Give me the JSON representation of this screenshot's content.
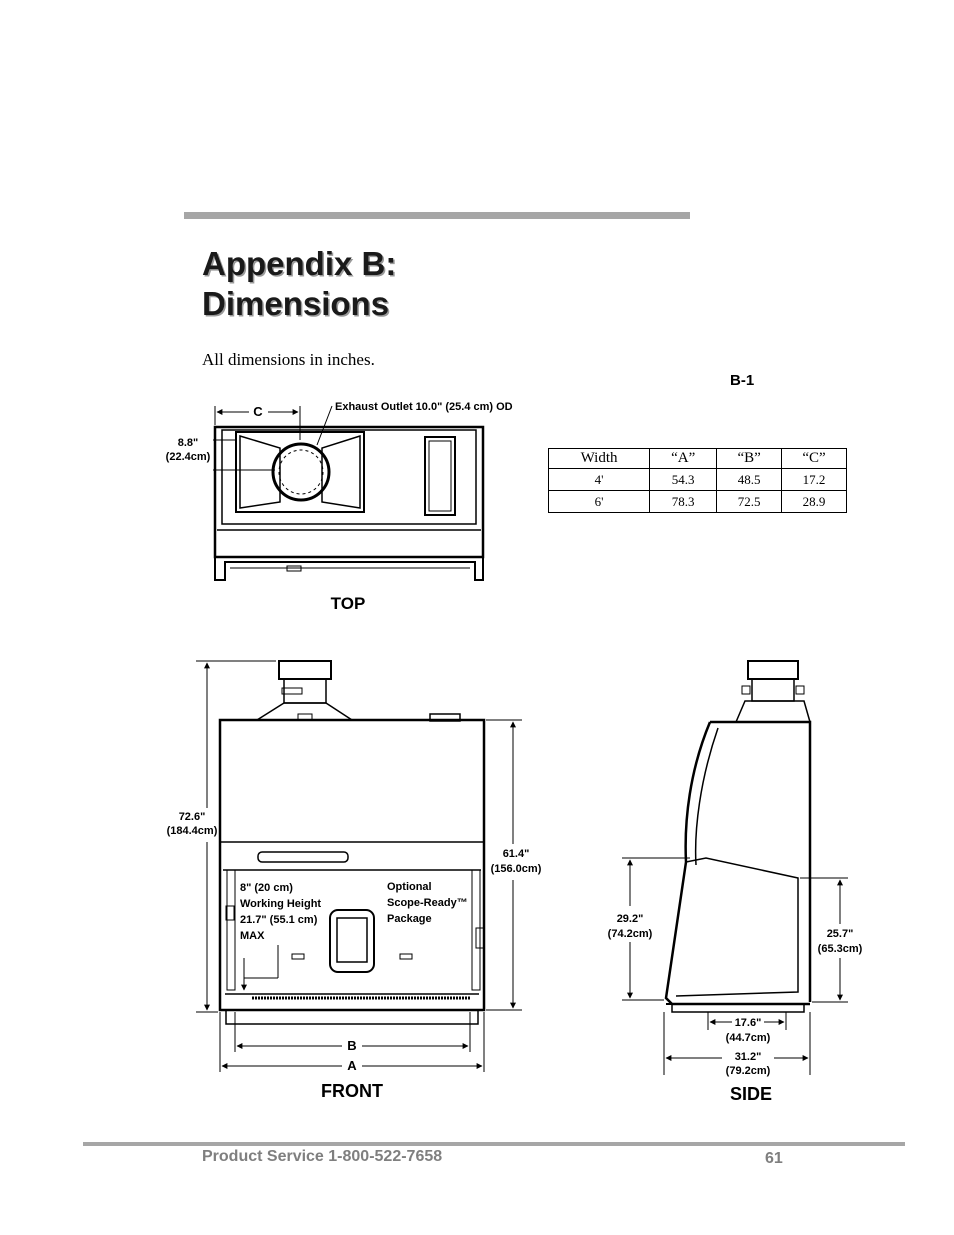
{
  "header": {
    "title_line1": "Appendix B:",
    "title_line2": "Dimensions"
  },
  "intro_text": "All dimensions in inches.",
  "figure_label": "B-1",
  "dimension_table": {
    "headers": [
      "Width",
      "“A”",
      "“B”",
      "“C”"
    ],
    "rows": [
      [
        "4'",
        "54.3",
        "48.5",
        "17.2"
      ],
      [
        "6'",
        "78.3",
        "72.5",
        "28.9"
      ]
    ]
  },
  "top_view": {
    "label": "TOP",
    "dim_c": "C",
    "exhaust_note": "Exhaust Outlet 10.0\" (25.4 cm) OD",
    "offset_in": "8.8\"",
    "offset_cm": "(22.4cm)"
  },
  "front_view": {
    "label": "FRONT",
    "height_in": "72.6\"",
    "height_cm": "(184.4cm)",
    "height2_in": "61.4\"",
    "height2_cm": "(156.0cm)",
    "working_1": "8\" (20 cm)",
    "working_2": "Working Height",
    "working_3": "21.7\" (55.1 cm)",
    "working_4": "MAX",
    "optional_1": "Optional",
    "optional_2": "Scope-Ready™",
    "optional_3": "Package",
    "dim_b": "B",
    "dim_a": "A"
  },
  "side_view": {
    "label": "SIDE",
    "dim1_in": "29.2\"",
    "dim1_cm": "(74.2cm)",
    "dim2_in": "25.7\"",
    "dim2_cm": "(65.3cm)",
    "dim3_in": "17.6\"",
    "dim3_cm": "(44.7cm)",
    "dim4_in": "31.2\"",
    "dim4_cm": "(79.2cm)"
  },
  "footer": {
    "service": "Product Service 1-800-522-7658",
    "page_number": "61"
  }
}
